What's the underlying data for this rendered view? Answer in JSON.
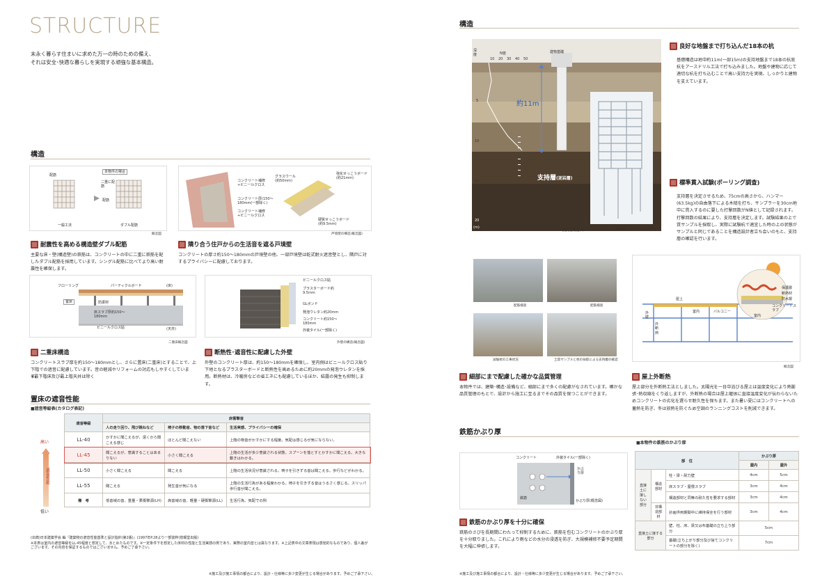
{
  "header": {
    "title": "STRUCTURE",
    "lead1": "末永く暮らす住まいに求めた万一の時のための備え、",
    "lead2": "それは安全･快適な暮らしを実現する頑強な基本構造。"
  },
  "left": {
    "structure_heading": "構造",
    "fig1": {
      "label_haikin": "配筋",
      "label_kijun": "本物件の場合",
      "label_nijuu": "二重に配筋",
      "label_haikin2": "配筋",
      "cap_single": "一般工法",
      "cap_double": "ダブル配筋",
      "note": "概念図"
    },
    "fig2": {
      "l1": "コンクリート補修+ビニールクロス",
      "l2": "グラスウール(約50mm)",
      "l3": "強化せっこうボード(約21mm)",
      "l4": "コンクリート厚(150〜180mm(一部除く)",
      "l5": "コンクリート補修+ビニールクロス",
      "l6": "硬質せっこうボード(約9.5mm)",
      "note": "戸境壁の構造(概念図)"
    },
    "f1": {
      "title": "耐震性を高める構造壁ダブル配筋",
      "text": "主要な床・壁(構造壁)の鉄筋は、コンクリートの中に二重に鉄筋を配したダブル配筋を採用しています。シングル配筋に比べてより高い耐震性を確保します。"
    },
    "f2": {
      "title": "隣り合う住戸からの生活音を遮る戸境壁",
      "text": "コンクリートの厚さ約150〜180mmの戸境壁の他、一部戸境壁は乾式耐火遮音壁とし、隣戸に対するプライバシーに配慮しております。"
    },
    "fig3": {
      "l1": "フローリング",
      "l2": "パーティクルボード",
      "l3": "(床)",
      "l4": "置床",
      "l5": "防振材",
      "l6": "床スラブ厚約150〜180mm",
      "l7": "ビニールクロス貼",
      "l8": "(天井)",
      "note": "二重床概念図"
    },
    "fig4": {
      "l1": "ビニールクロス貼",
      "l2": "プラスターボード約9.5mm",
      "l3": "GLボンド",
      "l4": "発泡ウレタン約20mm",
      "l5": "コンクリート約150〜180mm",
      "l6": "外装タイル(一部除く)",
      "note": "外壁の構造(概念図)"
    },
    "f3": {
      "title": "二重床構造",
      "text": "コンクリートスラブ厚を約150〜180mmとし、さらに置床(二重床)とすることで、上下階での遮音に配慮しています。音の軽減やリフォームの対応もしやすくしています。",
      "note": "※最下階床及び最上階天井は除く"
    },
    "f4": {
      "title": "断熱性･遮音性に配慮した外壁",
      "text": "外壁のコンクリート厚は、約150〜180mmを確保し、室内側はビニールクロス貼り下地となるプラスターボードと断熱性を高めるために約20mmの発泡ウレタンを採用。断熱材は、冷暖房などの省エネにも配慮しているほか、結露の発生も抑制します。"
    },
    "sound": {
      "heading": "置床の遮音性能",
      "table_title": "■遮音等級表(カタログ表記)",
      "col_group": "床衝撃音",
      "col_grade": "遮音等級",
      "col1": "人の走り回り、飛び跳ねなど",
      "col2": "椅子の移動音、物の落下音など",
      "col3": "生活実感、プライバシーの確保",
      "rows": [
        {
          "grade": "LL-40",
          "c1": "かすかに聞こえるが、遠くから聞こえる感じ",
          "c2": "ほとんど聞こえない",
          "c3": "上階の物音がかすかにする程度。気配は感じるが気にならない。"
        },
        {
          "grade": "LL-45",
          "c1": "聞こえるが、意識することはあまりない",
          "c2": "小さく聞こえる",
          "c3": "上階の生活が多少意識される状態。スプーンを落とすとかすかに聞こえる。大きな動きはわかる。"
        },
        {
          "grade": "LL-50",
          "c1": "小さく聞こえる",
          "c2": "聞こえる",
          "c3": "上階の生活状況が意識される。椅子を引きずる音は聞こえる。歩行などがわかる。"
        },
        {
          "grade": "LL-55",
          "c1": "聞こえる",
          "c2": "発生音が気になる",
          "c3": "上階の生活行為がある程度わかる。椅子を引きずる音はうるさく感じる。スリッパ歩行音が聞こえる。"
        }
      ],
      "remark_label": "備　考",
      "remark1": "低音域の音、重量・柔衝撃源(LH)",
      "remark2": "高音域の音、軽量・硬衝撃源(LL)",
      "remark3": "生活行為、気配での例",
      "side_high": "高い",
      "side_label": "遮音性能",
      "side_low": "低い",
      "note1": "(出典)日本建築学会 編『建築物の遮音性能基準と設計指針(第2版)』(1997年P.28より一部抜粋(技報堂出版)",
      "note2": "※本表は室内の遮音等級をLL-45程度と想定して、まとめたものです。※一定条件下を想定した床材の性能と生活実感の例であり、実際の室内音とは異なります。※上記表中の文章表現は感覚的なものであり、個人差がございます。その内容を保証するものではございません。予めご了承下さい。"
    },
    "footer": "※施工及び施工事情の都合により、設計・仕様等に多少変更が生じる場合があります。予めご了承下さい。"
  },
  "right": {
    "structure_heading": "構造",
    "boring": {
      "nchi": "N値",
      "ticks_n": [
        "10",
        "20",
        "30",
        "40",
        "50"
      ],
      "depth_label": "深度",
      "depths": [
        "5",
        "10",
        "15",
        "20"
      ],
      "unit": "(m)",
      "pile_label": "建物基礎",
      "depth_note": "約11m",
      "layer": "支持層",
      "layer_sub": "(泥岩層)",
      "cap": "支持層概念図"
    },
    "pile_cap": "基礎杭イメージイラスト",
    "f5": {
      "title": "良好な地盤まで打ち込んだ18本の杭",
      "text": "基礎構造は地中約11m(一部15m)の支持地盤まで18本の杭底杭をアースドリル工法で打ち込みました。地盤や建物に応じて適切な杭を打ち込むことで高い支持力を実現、しっかりと建物を支えています。"
    },
    "f6": {
      "title": "標準貫入試験(ボーリング調査)",
      "text": "支持層を決定させるため、75cmの高さから、ハンマー(63.5kg)の自由落下による木槌を打ち、サンプラーを30cm地中に貫入するのに要した打撃回数がN値として記録されます。打撃回数の結果により、支持層を決定します。試験結果の上で質サンプルを採取し、実際に試験杭で適宜した時の上の状態がサンプルと同じであることを構造設計者立ち会いのもと、支持層の確認を行います。"
    },
    "photos": {
      "c1": "配筋検査",
      "c2": "配筋検査",
      "c3": "試験杭の工事状況",
      "c4": "土質サンプルと杭の採取による支持層の確認"
    },
    "roof": {
      "l1": "屋上",
      "l2": "室内",
      "l3": "バルコニー",
      "l4": "外壁",
      "l5": "外断熱",
      "l6": "保護層",
      "l7": "断熱材",
      "l8": "防水層",
      "l9": "コンクリートスラブ",
      "l10": "室内",
      "note": "概念図"
    },
    "f7": {
      "title": "細部にまで配慮した確かな品質管理",
      "text": "本物件では、建築･構造･設備など、細部にまで多くの配慮がなされています。確かな品質管理のもとで、設計から施工に至るまでその品質を保つことができます。"
    },
    "f8": {
      "title": "屋上外断熱",
      "text": "屋上部分を外断熱工法としました。太陽光を一日中浴びる屋上は温度変化により熱膨張･熱収縮をくり返しますが、外断熱の場合は屋上躯体に直接温度変化が伝わらないためコンクリートの劣化を遅らせ耐久性を保ちます。また暑い夏にはコンクリートへの蓄熱を防ぎ、冬は放熱を防ぐため空調のランニングコストを削減できます。"
    },
    "cover": {
      "heading": "鉄筋かぶり厚",
      "fig": {
        "l1": "コンクリート",
        "l2": "外装タイル(一部除く)",
        "l3": "かぶり厚",
        "l4": "鉄筋",
        "note": "かぶり厚(概念図)"
      },
      "f9": {
        "title": "鉄筋のかぶり厚を十分に確保",
        "text": "鉄筋のさびを長期間にわたって抑制するために、鉄筋を包むコンクリートのかぶり厚を十分取りました。これにより雨などの水分の浸透を防ぎ、大規模補修不要予定期間を大幅に伸張します。"
      },
      "table_title": "■本物件の鉄筋のかぶり厚",
      "col_part": "部　位",
      "col_group": "かぶり厚",
      "col_in": "屋内",
      "col_out": "屋外",
      "group1": "直接土に接しない部分",
      "sub1": "構造部材",
      "sub2": "非構造部材",
      "group2": "直接土に接する部分",
      "rows": [
        {
          "part": "柱・梁・耐力壁",
          "in": "4cm",
          "out": "5cm"
        },
        {
          "part": "床スラブ・屋根スラブ",
          "in": "3cm",
          "out": "4cm"
        },
        {
          "part": "構造部材と同等の耐久性を要求する部材",
          "in": "3cm",
          "out": "4cm"
        },
        {
          "part": "計画供用期間中に維持保全を行う部材",
          "in": "3cm",
          "out": "4cm"
        },
        {
          "part": "壁、柱、床、梁又は布基礎の立ち上り部分",
          "both": "5cm"
        },
        {
          "part": "基礎(立ち上がり部分及び捨てコンクリートの部分を除く)",
          "both": "7cm"
        }
      ]
    },
    "footer": "※施工及び施工事情の都合により、設計・仕様等に多少変更が生じる場合があります。予めご了承下さい。"
  }
}
